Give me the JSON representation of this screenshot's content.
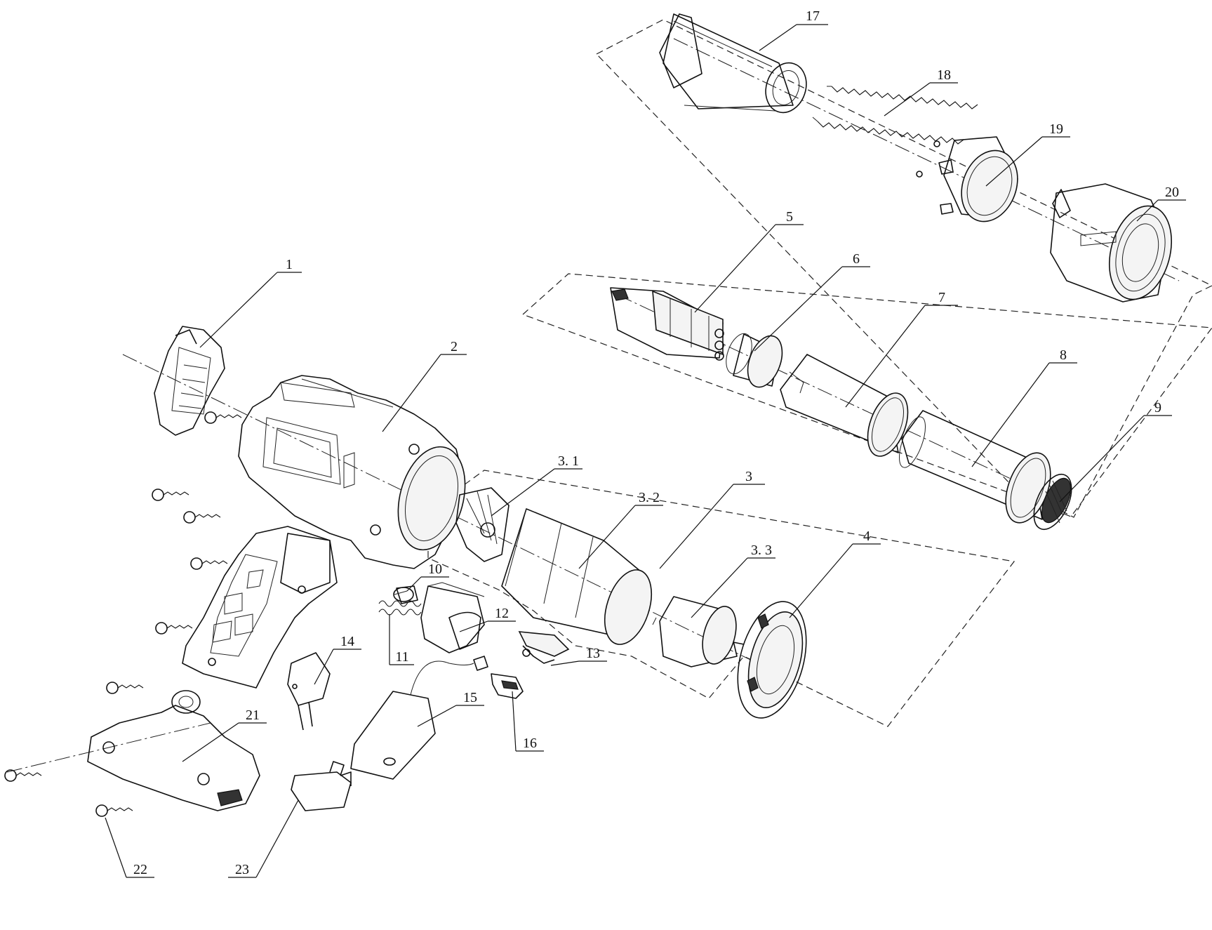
{
  "figure": {
    "type": "exploded-parts-diagram",
    "callouts": [
      "1",
      "2",
      "3",
      "3.1",
      "3.2",
      "3.3",
      "4",
      "5",
      "6",
      "7",
      "8",
      "9",
      "10",
      "11",
      "12",
      "13",
      "14",
      "15",
      "16",
      "17",
      "18",
      "19",
      "20",
      "21",
      "22",
      "23"
    ]
  },
  "callout_labels": {
    "c1": "1",
    "c2": "2",
    "c3": "3",
    "c3_1": "3. 1",
    "c3_2": "3. 2",
    "c3_3": "3. 3",
    "c4": "4",
    "c5": "5",
    "c6": "6",
    "c7": "7",
    "c8": "8",
    "c9": "9",
    "c10": "10",
    "c11": "11",
    "c12": "12",
    "c13": "13",
    "c14": "14",
    "c15": "15",
    "c16": "16",
    "c17": "17",
    "c18": "18",
    "c19": "19",
    "c20": "20",
    "c21": "21",
    "c22": "22",
    "c23": "23"
  },
  "colors": {
    "line": "#111111",
    "background": "#ffffff"
  }
}
